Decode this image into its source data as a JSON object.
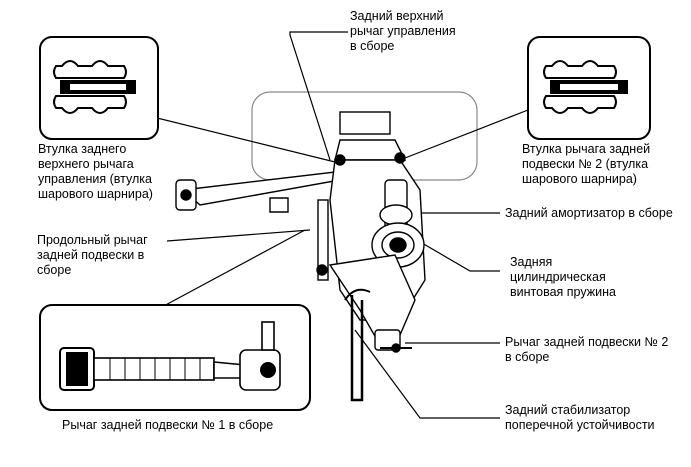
{
  "labels": {
    "upper_arm": "Задний верхний\nрычаг управления\nв сборе",
    "bushing_upper_arm": "Втулка заднего\nверхнего рычага\nуправления (втулка\nшарового шарнира)",
    "bushing_arm2": "Втулка рычага задней\nподвески № 2 (втулка\nшарового шарнира)",
    "shock_absorber": "Задний амортизатор в сборе",
    "trailing_arm": "Продольный рычаг\nзадней подвески в\nсборе",
    "coil_spring": "Задняя\nцилиндрическая\nвинтовая пружина",
    "arm2": "Рычаг задней подвески № 2\nв сборе",
    "stabilizer": "Задний стабилизатор\nпоперечной устойчивости",
    "arm1": "Рычаг задней подвески № 1 в сборе"
  }
}
